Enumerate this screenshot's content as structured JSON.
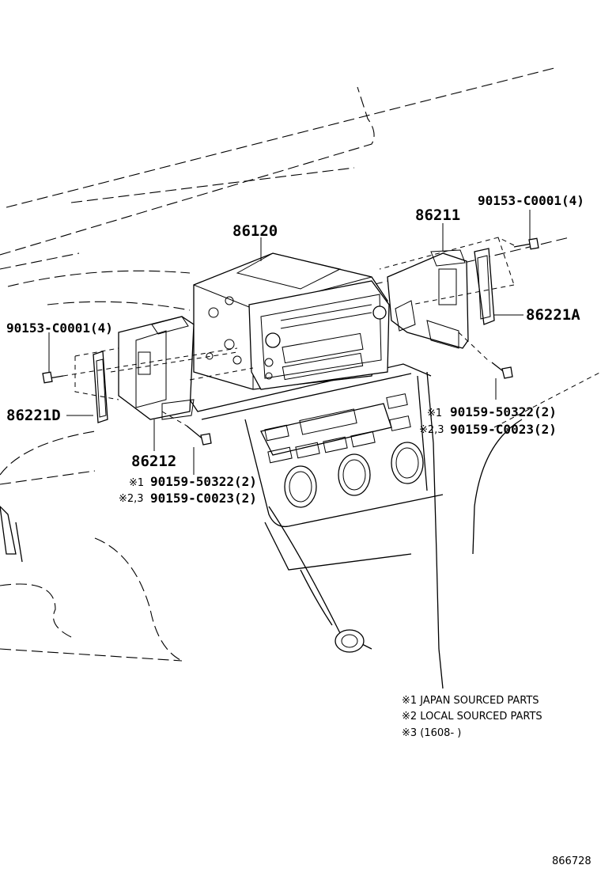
{
  "callouts": {
    "head_unit": "86120",
    "bracket_right": "86211",
    "bracket_left": "86212",
    "screw_top_right": "90153-C0001(4)",
    "screw_left": "90153-C0001(4)",
    "panel_right": "86221A",
    "panel_left": "86221D",
    "right_mark1": "※1",
    "right_part1": "90159-50322(2)",
    "right_mark2": "※2,3",
    "right_part2": "90159-C0023(2)",
    "left_mark1": "※1",
    "left_part1": "90159-50322(2)",
    "left_mark2": "※2,3",
    "left_part2": "90159-C0023(2)"
  },
  "notes": {
    "note1": "※1  JAPAN SOURCED PARTS",
    "note2": "※2  LOCAL SOURCED PARTS",
    "note3": "※3 (1608-        )"
  },
  "figure_number": "866728"
}
